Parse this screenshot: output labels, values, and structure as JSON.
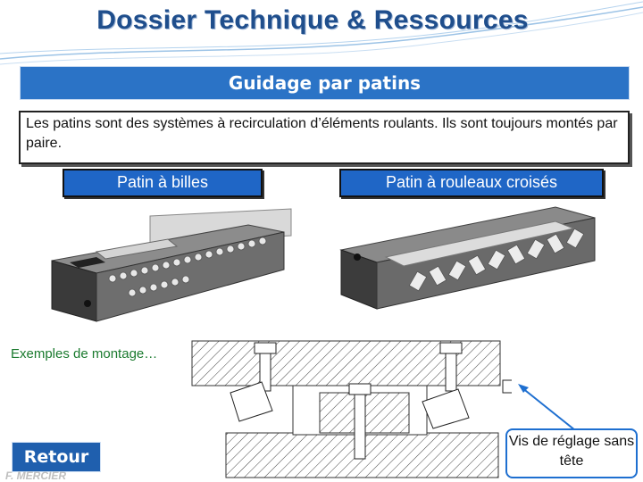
{
  "header": {
    "title": "Dossier Technique & Ressources"
  },
  "banner": {
    "label": "Guidage par patins"
  },
  "description": {
    "text": "Les patins sont des systèmes à recirculation d’éléments roulants. Ils sont toujours montés par paire."
  },
  "products": [
    {
      "label": "Patin à billes",
      "image": "ball-bearing-carriage-image"
    },
    {
      "label": "Patin à rouleaux croisés",
      "image": "crossed-roller-carriage-image"
    }
  ],
  "montage": {
    "label": "Exemples de montage…",
    "callout": "Vis de réglage sans tête"
  },
  "nav": {
    "back_label": "Retour"
  },
  "footer": {
    "author": "F. MERCIER"
  },
  "colors": {
    "title": "#1f4e8c",
    "banner": "#2b73c6",
    "label_box": "#1f66c6",
    "montage_text": "#1a7a2e",
    "callout_border": "#1e6fd0"
  }
}
